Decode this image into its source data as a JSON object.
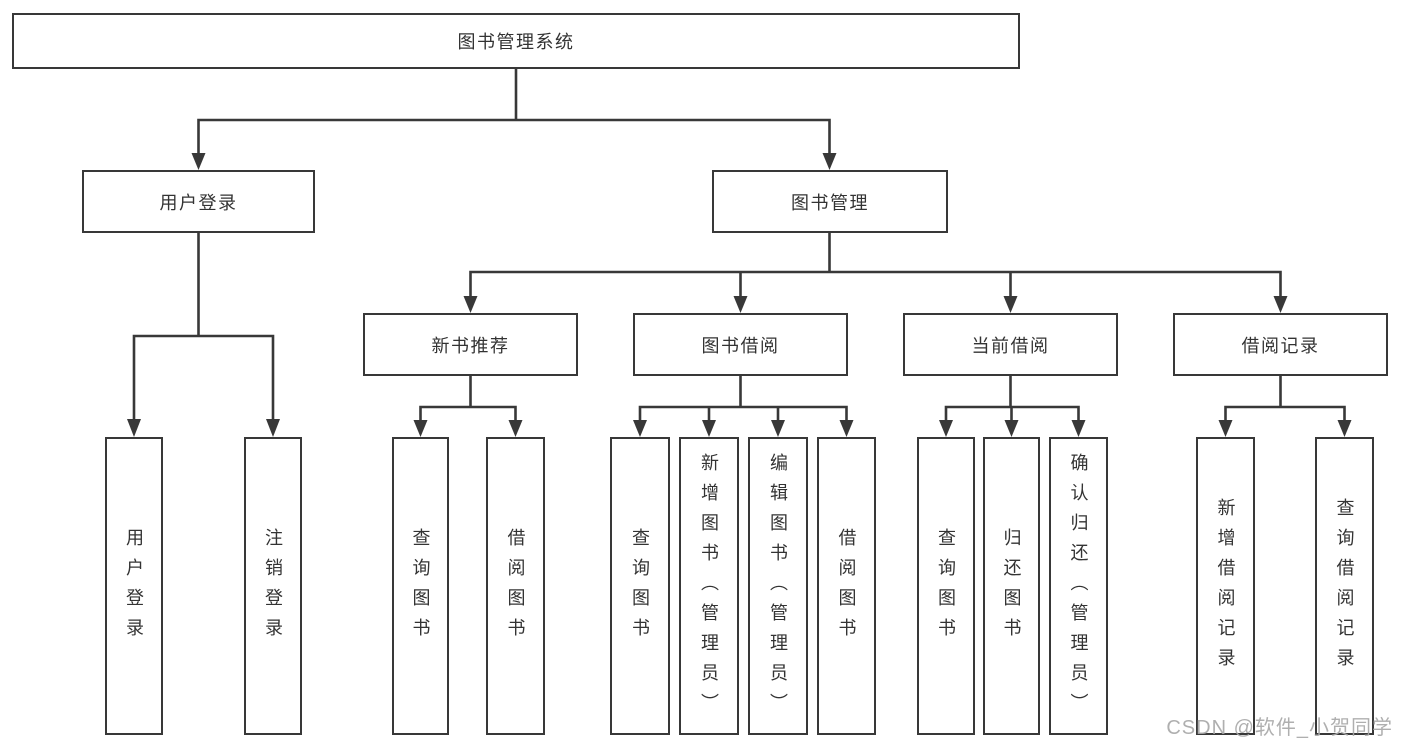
{
  "nodes": {
    "root": {
      "label": "图书管理系统"
    },
    "level2": [
      {
        "id": "user-login",
        "label": "用户登录"
      },
      {
        "id": "book-management",
        "label": "图书管理"
      }
    ],
    "level3": [
      {
        "id": "new-book-recommend",
        "label": "新书推荐"
      },
      {
        "id": "book-borrow",
        "label": "图书借阅"
      },
      {
        "id": "current-borrow",
        "label": "当前借阅"
      },
      {
        "id": "borrow-records",
        "label": "借阅记录"
      }
    ],
    "leaves": {
      "user_login_group": [
        "用户登录",
        "注销登录"
      ],
      "new_book_group": [
        "查询图书",
        "借阅图书"
      ],
      "book_borrow_group": [
        "查询图书",
        "新增图书（管理员）",
        "编辑图书（管理员）",
        "借阅图书"
      ],
      "current_borrow_group": [
        "查询图书",
        "归还图书",
        "确认归还（管理员）"
      ],
      "borrow_record_group": [
        "新增借阅记录",
        "查询借阅记录"
      ]
    }
  },
  "watermark": {
    "text": "CSDN @软件_小贺同学"
  },
  "colors": {
    "line": "#383838",
    "text": "#333333",
    "background": "#ffffff",
    "watermark": "#a8a8a8"
  }
}
